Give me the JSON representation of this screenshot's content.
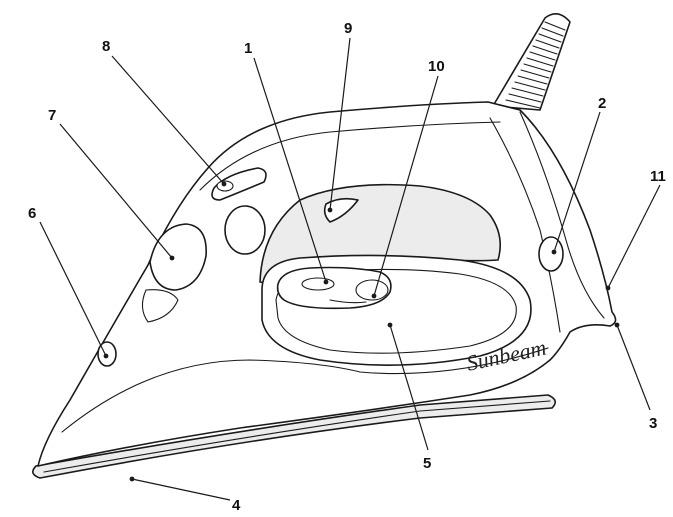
{
  "diagram": {
    "brand": "Sunbeam",
    "callouts": [
      {
        "id": "1",
        "label": "1"
      },
      {
        "id": "2",
        "label": "2"
      },
      {
        "id": "3",
        "label": "3"
      },
      {
        "id": "4",
        "label": "4"
      },
      {
        "id": "5",
        "label": "5"
      },
      {
        "id": "6",
        "label": "6"
      },
      {
        "id": "7",
        "label": "7"
      },
      {
        "id": "8",
        "label": "8"
      },
      {
        "id": "9",
        "label": "9"
      },
      {
        "id": "10",
        "label": "10"
      },
      {
        "id": "11",
        "label": "11"
      }
    ]
  }
}
